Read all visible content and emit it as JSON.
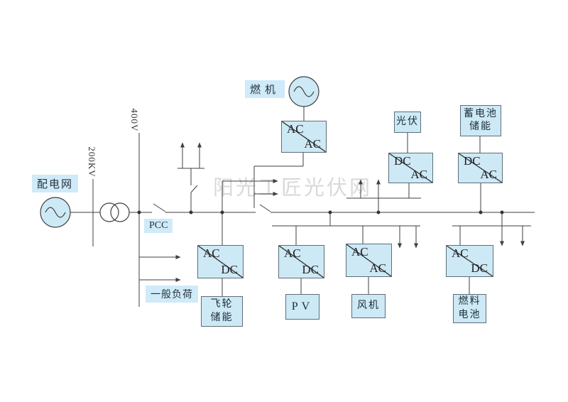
{
  "watermark": "阳光工匠光伏网",
  "colors": {
    "box_fill": "#cde9f6",
    "label_fill": "#cfeaf8",
    "line": "#3f3f3f",
    "watermark": "#d9d9d9"
  },
  "labels": {
    "grid": "配电网",
    "hv": "200KV",
    "lv": "400V",
    "pcc": "PCC",
    "turbine": "燃机",
    "load": "一般负荷",
    "pv_top": "光伏",
    "battery_storage": "蓄电池\n储能",
    "flywheel_storage": "飞轮\n储能",
    "pv_bottom": "PV",
    "wind": "风机",
    "fuel_cell": "燃料\n电池"
  },
  "converters": {
    "turbine": {
      "in": "AC",
      "out": "AC"
    },
    "pv_top": {
      "in": "DC",
      "out": "AC"
    },
    "battery": {
      "in": "DC",
      "out": "AC"
    },
    "flywheel": {
      "in": "AC",
      "out": "DC"
    },
    "pv_bottom": {
      "in": "AC",
      "out": "DC"
    },
    "wind": {
      "in": "AC",
      "out": "AC"
    },
    "fuel_cell": {
      "in": "AC",
      "out": "DC"
    }
  }
}
